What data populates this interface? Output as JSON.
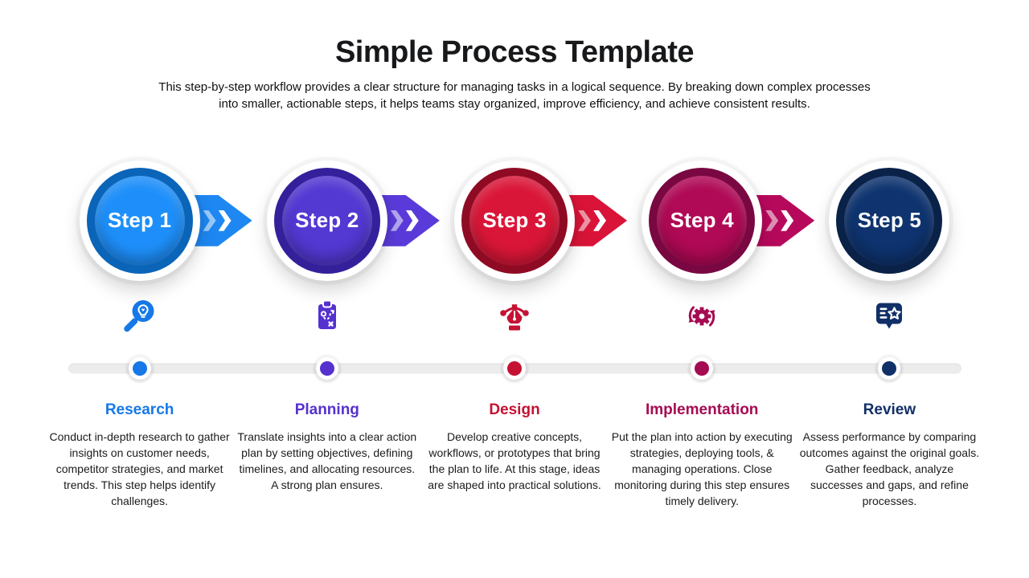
{
  "header": {
    "title": "Simple Process Template",
    "subtitle": "This step-by-step workflow provides a clear structure for managing tasks in a logical sequence. By breaking down complex processes into smaller, actionable steps, it helps teams stay organized, improve efficiency, and achieve consistent results."
  },
  "steps": [
    {
      "label": "Step 1",
      "title": "Research",
      "description": "Conduct in-depth research to gather insights on customer needs, competitor strategies, and market trends. This step helps identify challenges.",
      "icon": "magnifier-lightbulb-icon",
      "colors": {
        "fill": "#1E8FFA",
        "ring": "#0A64B8",
        "arrow": "#1E87F2",
        "accent": "#1778E8"
      }
    },
    {
      "label": "Step 2",
      "title": "Planning",
      "description": "Translate insights into a clear action plan by setting objectives, defining timelines, and allocating resources. A strong plan ensures.",
      "icon": "strategy-clipboard-icon",
      "colors": {
        "fill": "#5338D2",
        "ring": "#34209A",
        "arrow": "#5A3BD9",
        "accent": "#5531CF"
      }
    },
    {
      "label": "Step 3",
      "title": "Design",
      "description": "Develop creative concepts, workflows, or prototypes that bring the plan to life. At this stage, ideas are shaped into practical solutions.",
      "icon": "pen-tool-icon",
      "colors": {
        "fill": "#DA1638",
        "ring": "#8F0B24",
        "arrow": "#D91438",
        "accent": "#C51233"
      }
    },
    {
      "label": "Step 4",
      "title": "Implementation",
      "description": "Put the plan into action by executing strategies, deploying tools, & managing operations. Close monitoring during this step ensures timely delivery.",
      "icon": "gear-sync-icon",
      "colors": {
        "fill": "#B00955",
        "ring": "#790742",
        "arrow": "#B7095C",
        "accent": "#A50B52"
      }
    },
    {
      "label": "Step 5",
      "title": "Review",
      "description": "Assess performance by comparing outcomes against the original goals. Gather feedback, analyze successes and gaps, and refine processes.",
      "icon": "feedback-star-icon",
      "colors": {
        "fill": "#0E336F",
        "ring": "#0A2148",
        "arrow": null,
        "accent": "#123068"
      }
    }
  ],
  "timeline": {
    "track_color": "#ececec"
  }
}
